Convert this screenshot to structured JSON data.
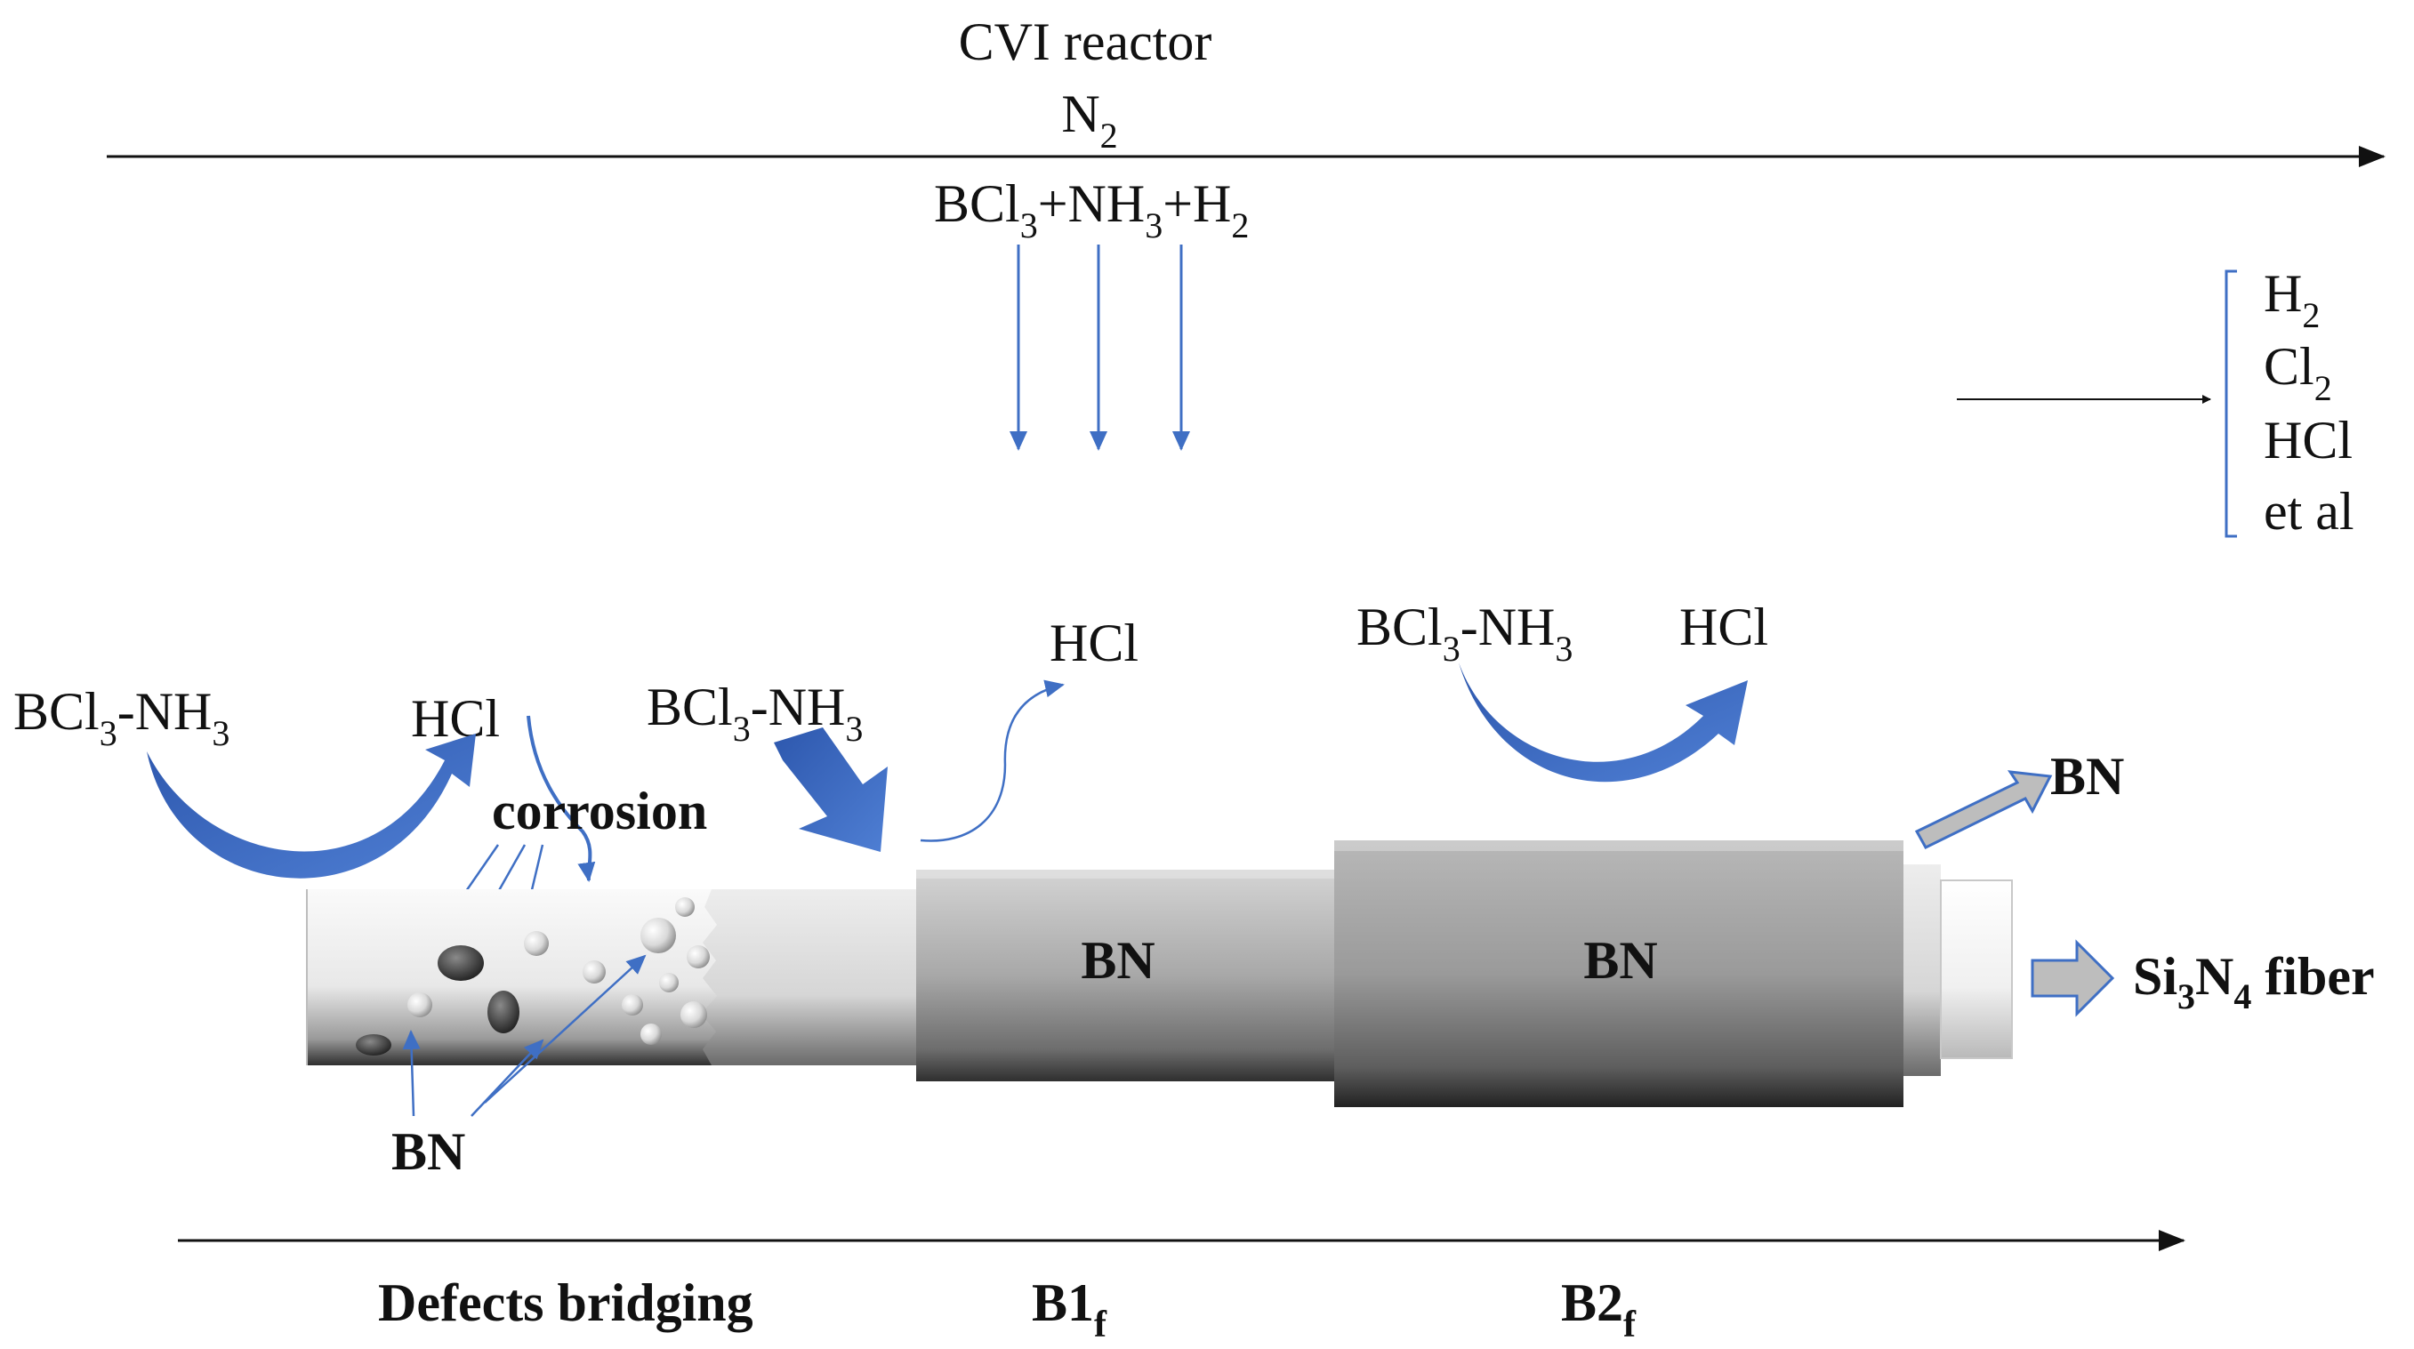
{
  "title": "CVI reactor",
  "carrier_gas": {
    "base": "N",
    "sub": "2"
  },
  "precursors": {
    "p1": {
      "base": "BCl",
      "sub": "3"
    },
    "p2": {
      "base": "+NH",
      "sub": "3"
    },
    "p3": {
      "base": "+H",
      "sub": "2"
    }
  },
  "exhaust": {
    "h2": {
      "base": "H",
      "sub": "2"
    },
    "cl2": {
      "base": "Cl",
      "sub": "2"
    },
    "hcl": "HCl",
    "etc": "et al"
  },
  "stage1": {
    "reactant": {
      "a": "BCl",
      "a_sub": "3",
      "b": "-NH",
      "b_sub": "3"
    },
    "product": "HCl",
    "corrosion_label": "corrosion",
    "bn_label": "BN"
  },
  "stage2": {
    "reactant": {
      "a": "BCl",
      "a_sub": "3",
      "b": "-NH",
      "b_sub": "3"
    },
    "product": "HCl",
    "layer_label": "BN"
  },
  "stage3": {
    "reactant": {
      "a": "BCl",
      "a_sub": "3",
      "b": "-NH",
      "b_sub": "3"
    },
    "product": "HCl",
    "layer_label": "BN"
  },
  "legend": {
    "bn": "BN",
    "fiber": {
      "p1": "Si",
      "s1": "3",
      "p2": "N",
      "s2": "4",
      "p3": " fiber"
    }
  },
  "stages_axis": {
    "defects": "Defects bridging",
    "b1": {
      "base": "B1",
      "sub": "f"
    },
    "b2": {
      "base": "B2",
      "sub": "f"
    }
  },
  "colors": {
    "flow_arrow": "#3f6fc4",
    "curved_arrow": "#3460b8",
    "fiber_light": "#f3f3f3",
    "coating_gray": "#9c9c9c",
    "line": "#111111"
  }
}
